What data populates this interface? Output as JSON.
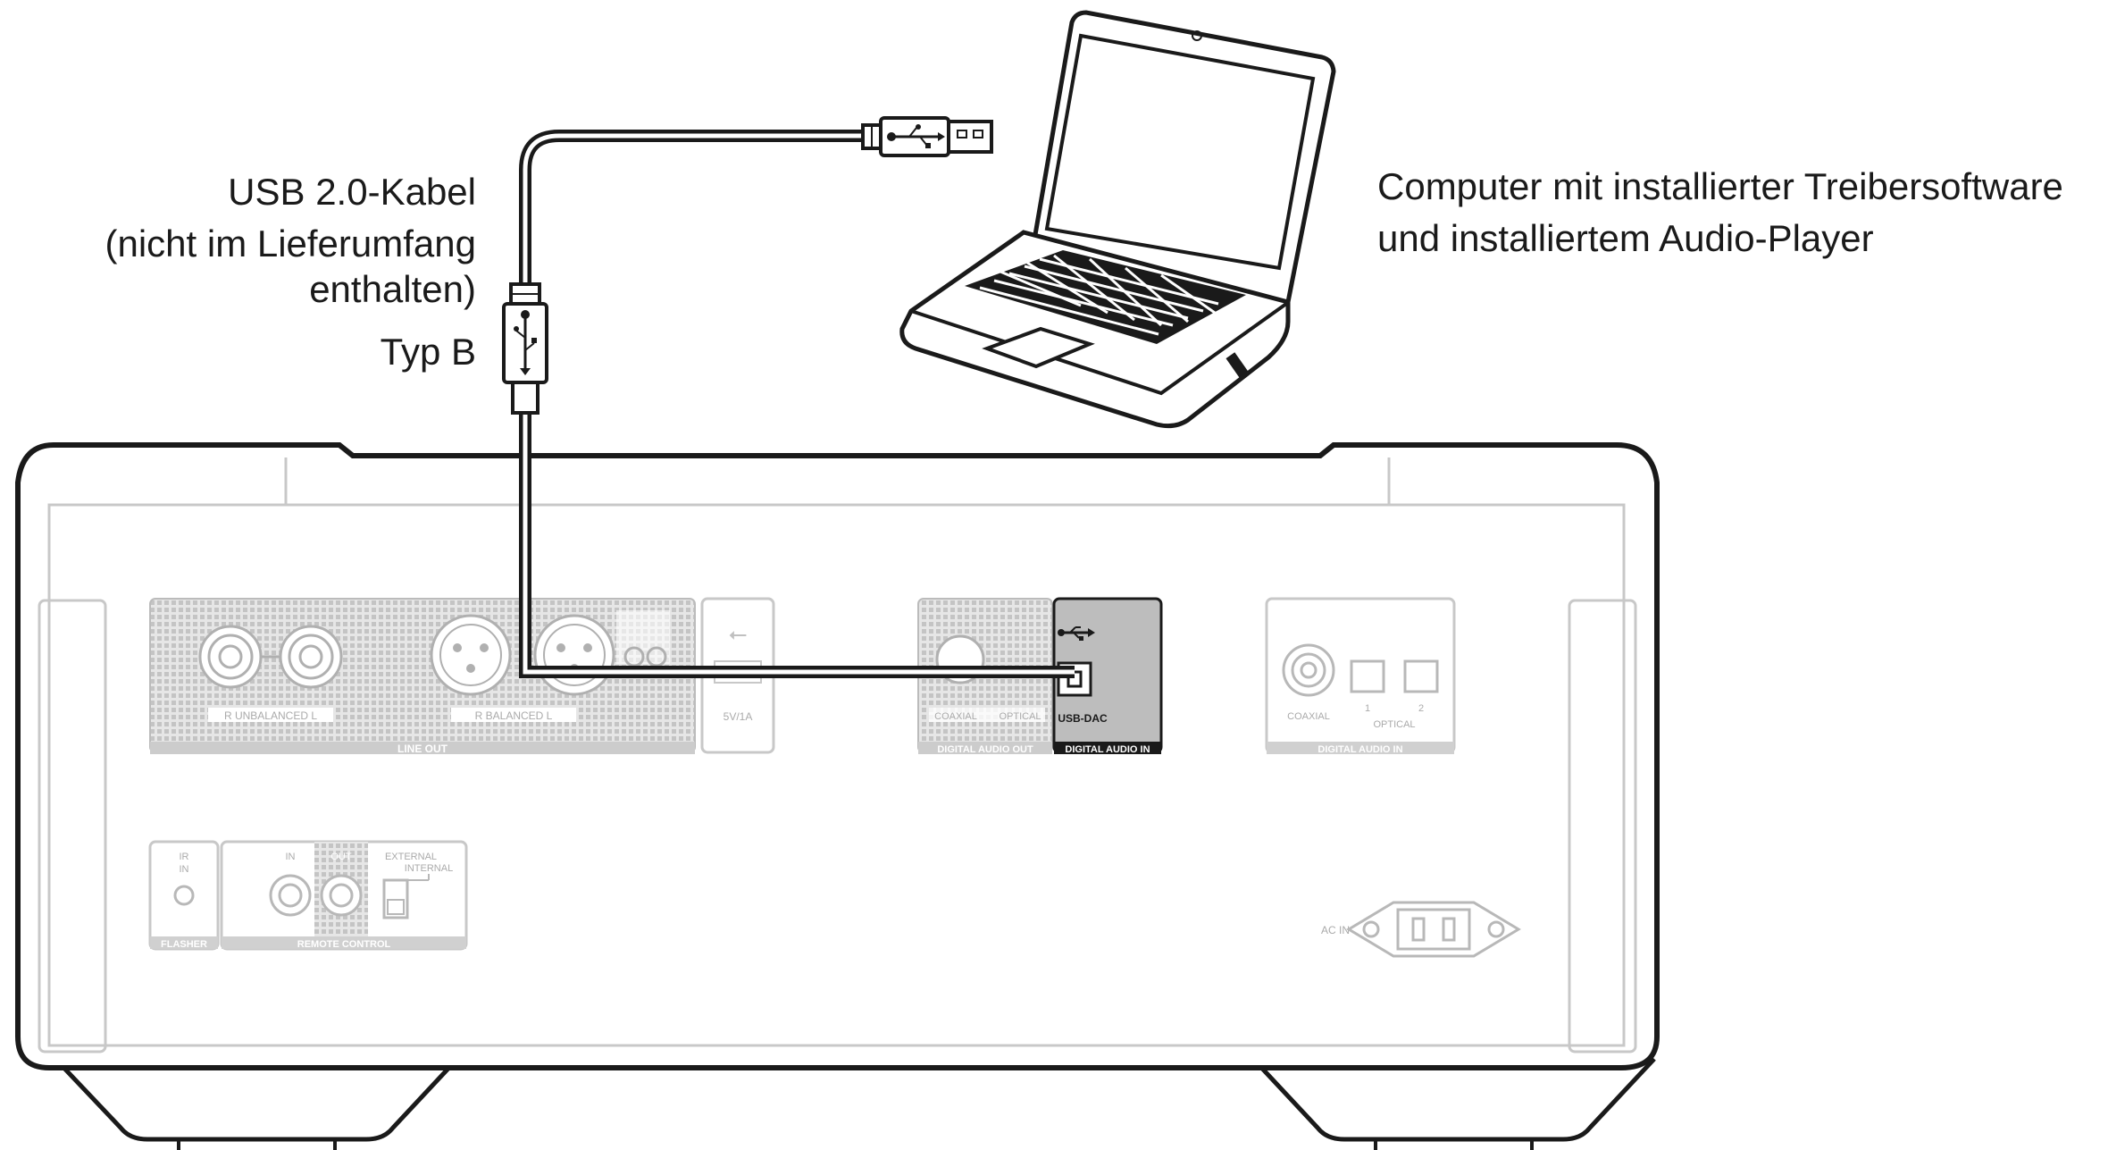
{
  "labels": {
    "cable_line1": "USB 2.0-Kabel",
    "cable_line2": "(nicht im Lieferumfang",
    "cable_line3": "enthalten)",
    "plug_type": "Typ B",
    "computer_line1": "Computer mit installierter Treibersoftware",
    "computer_line2": "und installiertem Audio-Player"
  },
  "panel": {
    "line_out": "LINE OUT",
    "unbalanced": "UNBALANCED",
    "balanced": "BALANCED",
    "ch_r": "R",
    "ch_l": "L",
    "usb_power": "5V/1A",
    "coaxial": "COAXIAL",
    "optical": "OPTICAL",
    "digital_audio_out": "DIGITAL AUDIO OUT",
    "usb_dac": "USB-DAC",
    "digital_audio_in": "DIGITAL AUDIO IN",
    "optical_1": "1",
    "optical_2": "2",
    "ir": "IR",
    "in": "IN",
    "out": "OUT",
    "flasher": "FLASHER",
    "remote_control": "REMOTE CONTROL",
    "external": "EXTERNAL",
    "internal": "INTERNAL",
    "ac_in": "AC IN"
  },
  "colors": {
    "line": "#1a1a1a",
    "panel_outline": "#b8b8b8",
    "grille": "#c9c9c9",
    "usb_dac_highlight": "#bdbdbd",
    "label_bar": "#d0d0d0"
  }
}
